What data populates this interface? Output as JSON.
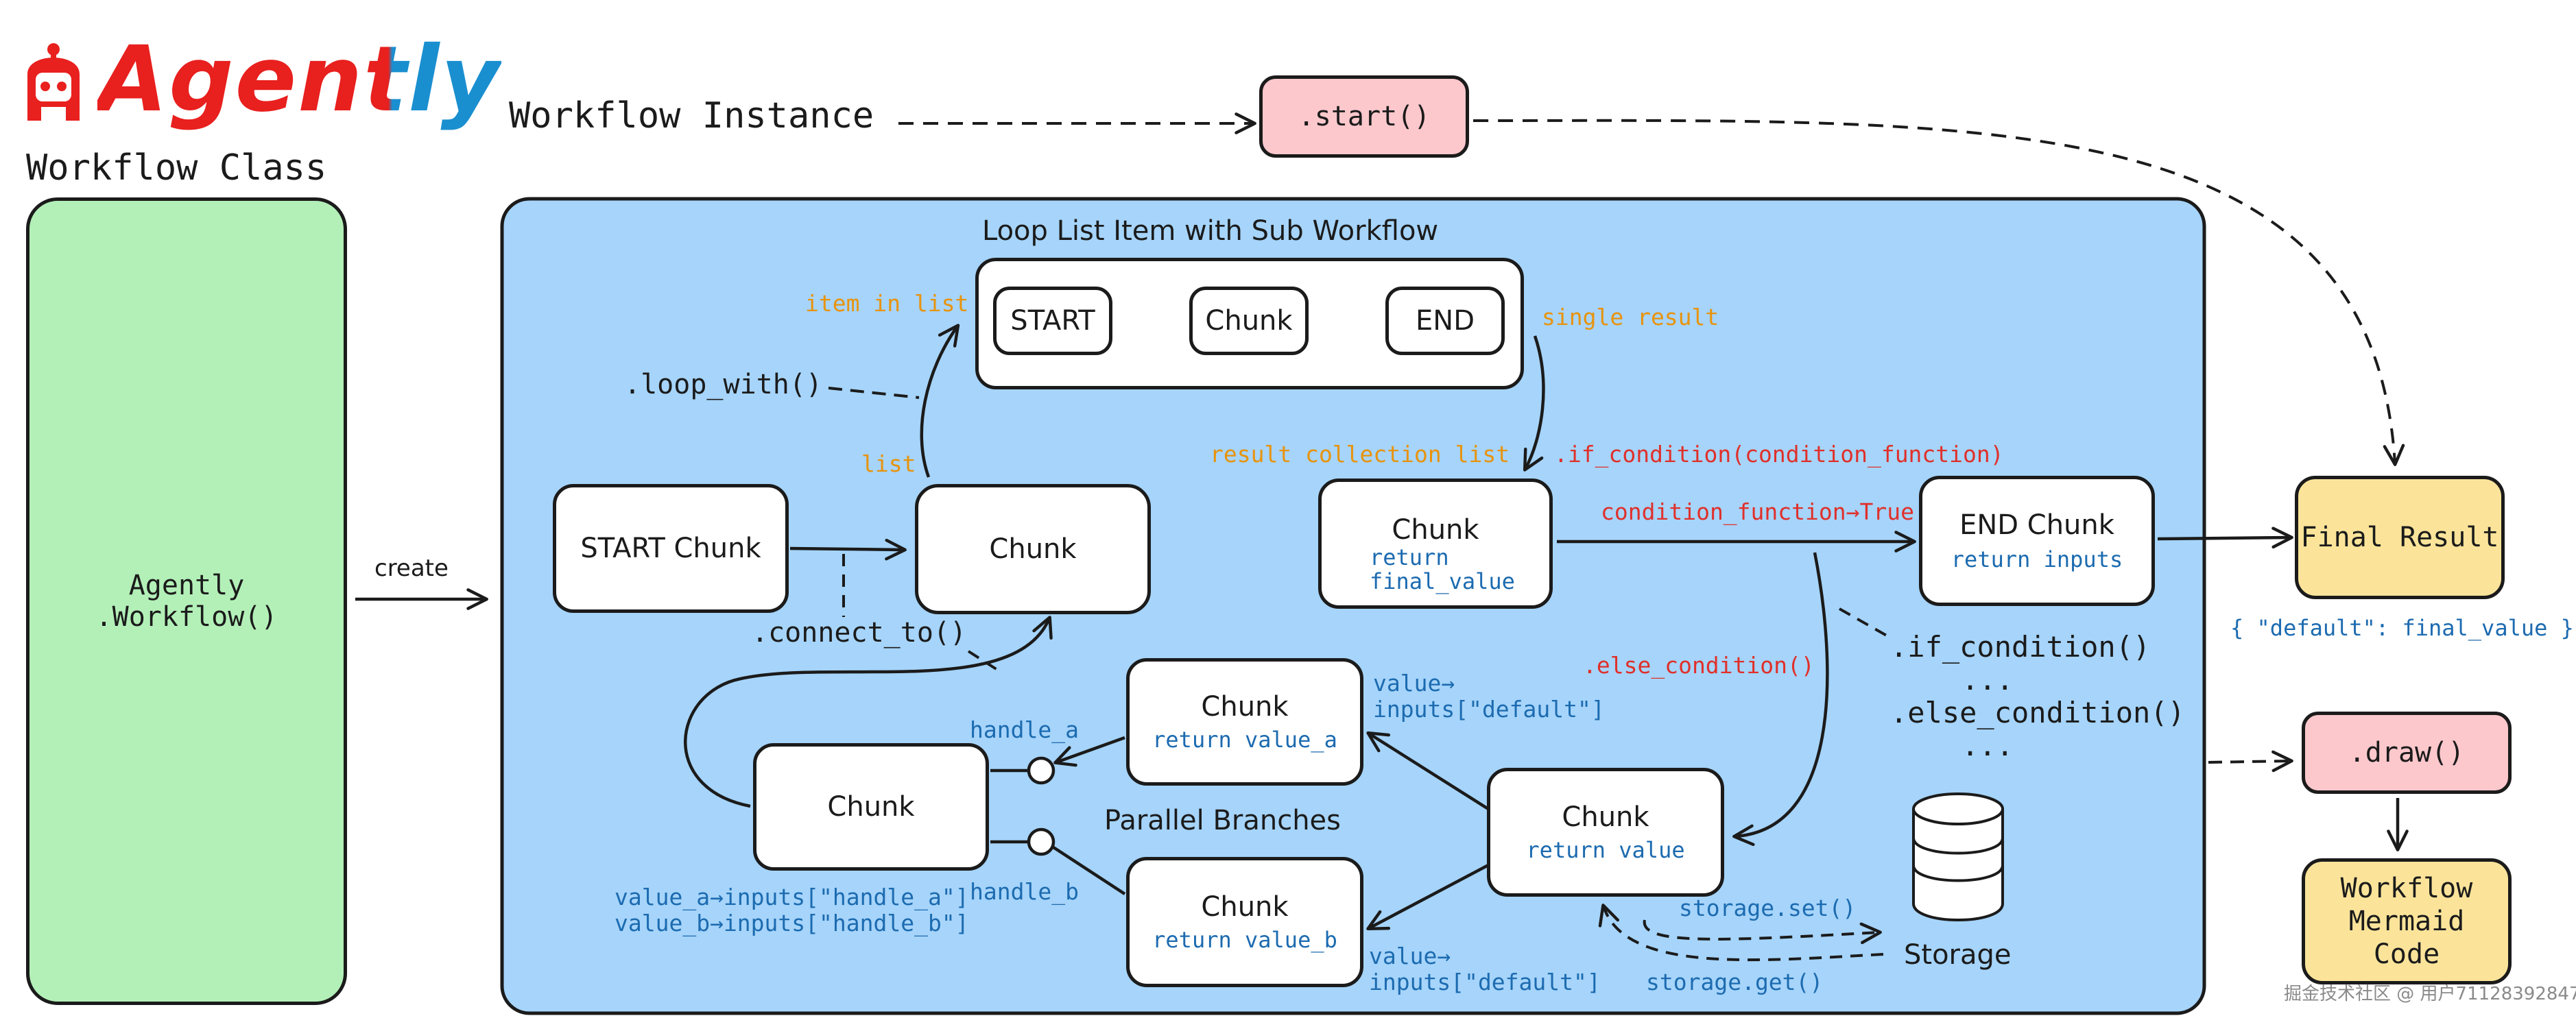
{
  "brand": {
    "logo_text": "Agently"
  },
  "labels": {
    "workflow_class": "Workflow Class",
    "workflow_instance": "Workflow Instance",
    "create": "create",
    "loop_title": "Loop List Item with Sub Workflow",
    "parallel_branches": "Parallel Branches",
    "storage": "Storage"
  },
  "boxes": {
    "agently_workflow_line1": "Agently",
    "agently_workflow_line2": ".Workflow()",
    "start_call": ".start()",
    "draw_call": ".draw()",
    "final_result": "Final Result",
    "mermaid_line1": "Workflow",
    "mermaid_line2": "Mermaid",
    "mermaid_line3": "Code",
    "sub_start": "START",
    "sub_chunk": "Chunk",
    "sub_end": "END",
    "start_chunk": "START Chunk",
    "chunk_main": "Chunk",
    "chunk_final": "Chunk",
    "chunk_final_sub1": "return",
    "chunk_final_sub2": "final_value",
    "end_chunk": "END Chunk",
    "end_chunk_sub": "return inputs",
    "chunk_a": "Chunk",
    "chunk_a_sub": "return value_a",
    "chunk_b": "Chunk",
    "chunk_b_sub": "return value_b",
    "chunk_value": "Chunk",
    "chunk_value_sub": "return value",
    "chunk_join": "Chunk"
  },
  "annotations": {
    "item_in_list": "item in list",
    "single_result": "single result",
    "loop_with": ".loop_with()",
    "list": "list",
    "result_collection_list": "result collection list",
    "if_condition_fn": ".if_condition(condition_function)",
    "condition_true": "condition_function→True",
    "connect_to": ".connect_to()",
    "value_default_a_1": "value→",
    "value_default_a_2": "inputs[\"default\"]",
    "else_condition_red": ".else_condition()",
    "if_condition": ".if_condition()",
    "ellipsis_1": "...",
    "else_condition": ".else_condition()",
    "ellipsis_2": "...",
    "handle_a": "handle_a",
    "handle_b": "handle_b",
    "value_a_map": "value_a→inputs[\"handle_a\"]",
    "value_b_map": "value_b→inputs[\"handle_b\"]",
    "value_default_b_1": "value→",
    "value_default_b_2": "inputs[\"default\"]",
    "storage_set": "storage.set()",
    "storage_get": "storage.get()",
    "final_value_json": "{ \"default\": final_value }",
    "watermark": "掘金技术社区 @ 用户71128392847"
  },
  "colors": {
    "logo_red": "#e8201e",
    "logo_blue": "#1a8fd0",
    "class_green": "#b3f0b8",
    "panel_blue": "#a6d4fa",
    "pink": "#fcc8cc",
    "yellow": "#fbe49a",
    "annotation_blue": "#1c6bb0",
    "annotation_orange": "#e8930c",
    "annotation_red": "#e0302a",
    "line": "#1b1b1b"
  }
}
